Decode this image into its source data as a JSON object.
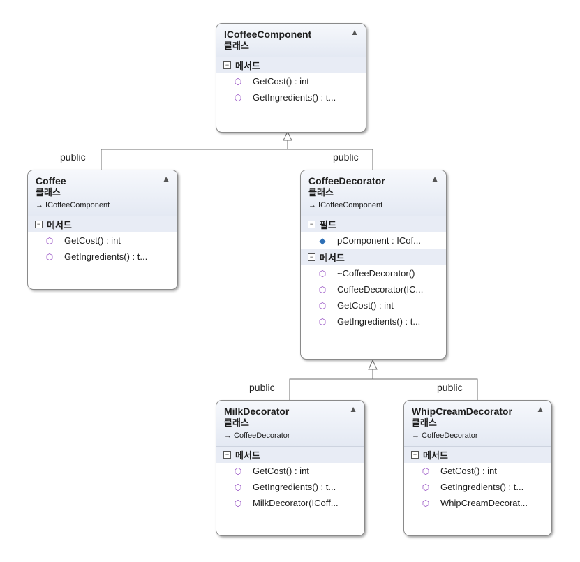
{
  "relations": {
    "left_label": "public",
    "right_label": "public",
    "milk_label": "public",
    "whip_label": "public"
  },
  "classes": {
    "icoffee": {
      "name": "ICoffeeComponent",
      "kind": "클래스",
      "methods_header": "메서드",
      "methods": [
        "GetCost() : int",
        "GetIngredients() : t..."
      ]
    },
    "coffee": {
      "name": "Coffee",
      "kind": "클래스",
      "inherits": "→ ICoffeeComponent",
      "methods_header": "메서드",
      "methods": [
        "GetCost() : int",
        "GetIngredients() : t..."
      ]
    },
    "decorator": {
      "name": "CoffeeDecorator",
      "kind": "클래스",
      "inherits": "→ ICoffeeComponent",
      "fields_header": "필드",
      "fields": [
        "pComponent : ICof..."
      ],
      "methods_header": "메서드",
      "methods": [
        "~CoffeeDecorator()",
        "CoffeeDecorator(IC...",
        "GetCost() : int",
        "GetIngredients() : t..."
      ]
    },
    "milk": {
      "name": "MilkDecorator",
      "kind": "클래스",
      "inherits": "→ CoffeeDecorator",
      "methods_header": "메서드",
      "methods": [
        "GetCost() : int",
        "GetIngredients() : t...",
        "MilkDecorator(ICoff..."
      ]
    },
    "whip": {
      "name": "WhipCreamDecorator",
      "kind": "클래스",
      "inherits": "→ CoffeeDecorator",
      "methods_header": "메서드",
      "methods": [
        "GetCost() : int",
        "GetIngredients() : t...",
        "WhipCreamDecorat..."
      ]
    }
  },
  "icons": {
    "collapse": "double-chevron-up-icon",
    "section_toggle": "minus-box-icon",
    "method": "method-cube-icon",
    "field": "private-field-icon"
  },
  "colors": {
    "header_gradient_top": "#f6f8fc",
    "header_gradient_bottom": "#e4e9f3",
    "section_bg": "#e8ecf5",
    "method_icon": "#8b3dbd",
    "field_icon": "#2e6fb5",
    "border": "#8a8a8a"
  }
}
